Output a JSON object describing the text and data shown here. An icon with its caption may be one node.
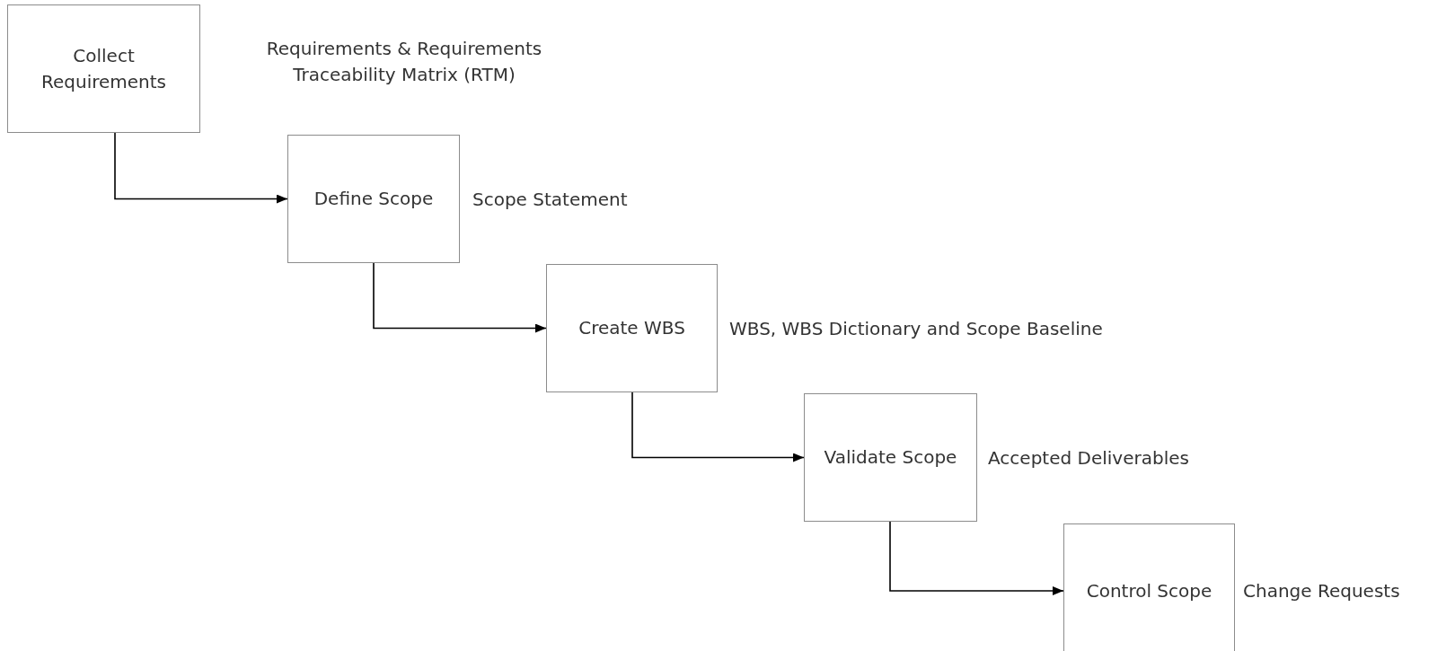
{
  "diagram": {
    "nodes": [
      {
        "text": [
          "Collect Requirements"
        ],
        "beside": [
          "Requirements & Requirements Traceability Matrix (RTM)"
        ]
      },
      {
        "text": [
          "Define Scope"
        ],
        "beside": [
          "Scope Statement"
        ]
      },
      {
        "text": [
          "Create WBS"
        ],
        "beside": [
          "WBS, WBS Dictionary and Scope Baseline"
        ]
      },
      {
        "text": [
          "Validate Scope"
        ],
        "beside": [
          "Accepted Deliverables"
        ]
      },
      {
        "text": [
          "Control Scope"
        ],
        "beside": [
          "Change Requests"
        ]
      }
    ],
    "edges": [
      {
        "from": 0,
        "to": 1,
        "arrow": "to"
      },
      {
        "from": 1,
        "to": 2,
        "arrow": "to"
      },
      {
        "from": 2,
        "to": 3,
        "arrow": "to"
      },
      {
        "from": 3,
        "to": 4,
        "arrow": "to"
      }
    ]
  }
}
